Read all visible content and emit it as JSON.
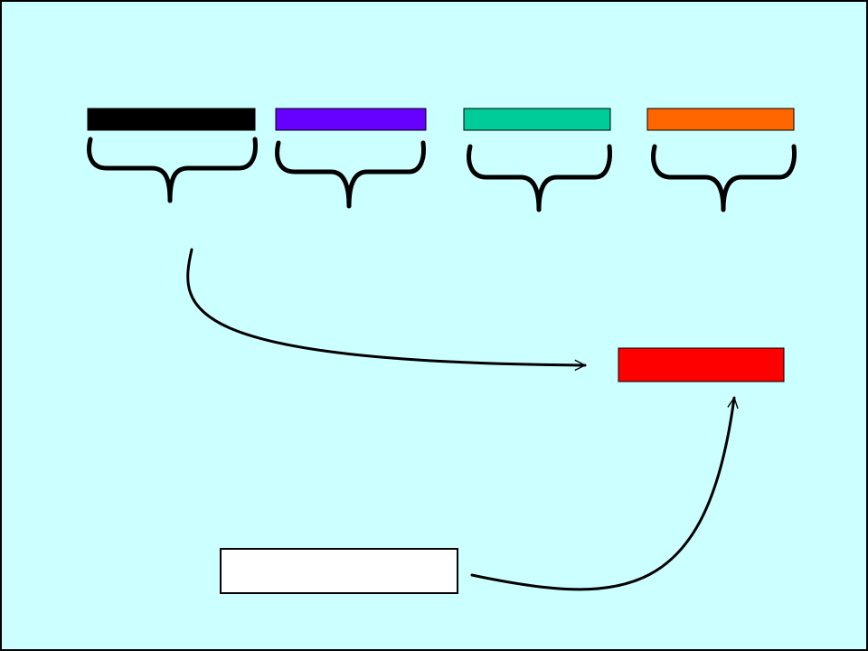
{
  "diagram": {
    "background": "#CCFFFF",
    "segments": [
      {
        "id": "black",
        "color": "#000000"
      },
      {
        "id": "purple",
        "color": "#6600FF"
      },
      {
        "id": "teal",
        "color": "#00CC99"
      },
      {
        "id": "orange",
        "color": "#FF6600"
      }
    ],
    "result_box_color": "#FF0000",
    "input_box_color": "#FFFFFF",
    "stroke_color": "#000000"
  }
}
